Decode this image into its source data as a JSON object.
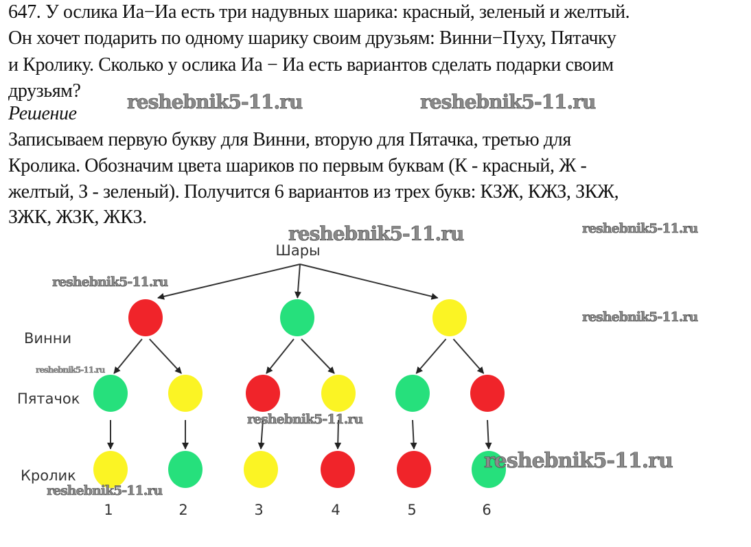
{
  "problem": {
    "lines": [
      "647. У ослика Иа−Иа есть три надувных шарика: красный, зеленый и желтый.",
      "Он хочет подарить по одному шарику своим друзьям: Винни−Пуху, Пятачку",
      "и Кролику. Сколько у ослика Иа − Иа есть вариантов сделать подарки своим",
      "друзьям?"
    ]
  },
  "solution": {
    "heading": "Решение",
    "lines": [
      "Записываем первую букву для Винни, вторую для Пятачка, третью для",
      "Кролика. Обозначим цвета шариков по первым буквам (К - красный, Ж -",
      "желтый, З - зеленый). Получится 6 вариантов из трех букв: КЗЖ, КЖЗ, ЗКЖ,",
      "ЗЖК, ЖЗК, ЖКЗ."
    ]
  },
  "diagram": {
    "root": "Шары",
    "level_labels": [
      "Винни",
      "Пятачок",
      "Кролик"
    ],
    "colors": {
      "red": "#f0242a",
      "green": "#26e07c",
      "yellow": "#fbf424"
    },
    "level1": [
      "red",
      "green",
      "yellow"
    ],
    "level2": [
      "green",
      "yellow",
      "red",
      "yellow",
      "green",
      "red"
    ],
    "level3": [
      "yellow",
      "green",
      "yellow",
      "red",
      "red",
      "green"
    ],
    "numbers": [
      "1",
      "2",
      "3",
      "4",
      "5",
      "6"
    ]
  },
  "watermark": "reshebnik5-11.ru"
}
